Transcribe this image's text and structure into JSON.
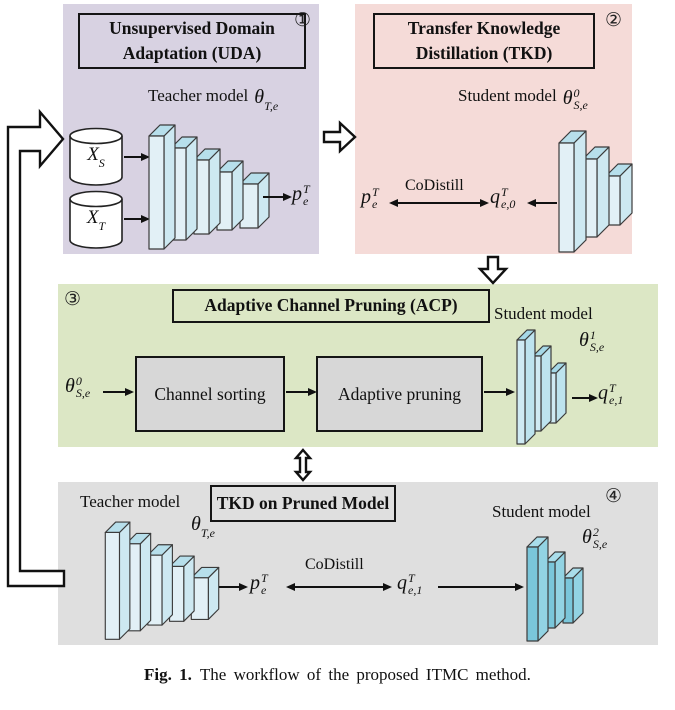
{
  "panels": {
    "uda": {
      "num": "①",
      "title": "Unsupervised Domain Adaptation (UDA)",
      "model_label": "Teacher model",
      "theta": {
        "base": "θ",
        "sub": "T,e"
      },
      "source": {
        "base": "X",
        "sub": "S"
      },
      "target": {
        "base": "X",
        "sub": "T"
      },
      "out": {
        "base": "p",
        "sup": "T",
        "sub": "e"
      }
    },
    "tkd": {
      "num": "②",
      "title": "Transfer Knowledge Distillation (TKD)",
      "model_label": "Student model",
      "theta": {
        "base": "θ",
        "sup": "0",
        "sub": "S,e"
      },
      "p": {
        "base": "p",
        "sup": "T",
        "sub": "e"
      },
      "codistill": "CoDistill",
      "q": {
        "base": "q",
        "sup": "T",
        "sub": "e,0"
      }
    },
    "acp": {
      "num": "③",
      "title": "Adaptive Channel Pruning (ACP)",
      "in_theta": {
        "base": "θ",
        "sup": "0",
        "sub": "S,e"
      },
      "step1": "Channel sorting",
      "step2": "Adaptive pruning",
      "model_label": "Student model",
      "theta": {
        "base": "θ",
        "sup": "1",
        "sub": "S,e"
      },
      "q": {
        "base": "q",
        "sup": "T",
        "sub": "e,1"
      }
    },
    "pruned": {
      "num": "④",
      "title": "TKD on Pruned Model",
      "teacher_label": "Teacher model",
      "teacher_theta": {
        "base": "θ",
        "sub": "T,e"
      },
      "p": {
        "base": "p",
        "sup": "T",
        "sub": "e"
      },
      "codistill": "CoDistill",
      "q": {
        "base": "q",
        "sup": "T",
        "sub": "e,1"
      },
      "student_label": "Student model",
      "student_theta": {
        "base": "θ",
        "sup": "2",
        "sub": "S,e"
      }
    }
  },
  "caption": {
    "label": "Fig. 1.",
    "text": "The workflow of the proposed ITMC method."
  },
  "colors": {
    "uda_bg": "#d8d2e2",
    "tkd_bg": "#f5dbd8",
    "acp_bg": "#dce7c5",
    "pruned_bg": "#dfdfdf",
    "process_box": "#d7d7d7",
    "block_light_front": "#e2f0f6",
    "block_light_top": "#b7dfeb",
    "block_teal_front": "#7ac6da"
  }
}
